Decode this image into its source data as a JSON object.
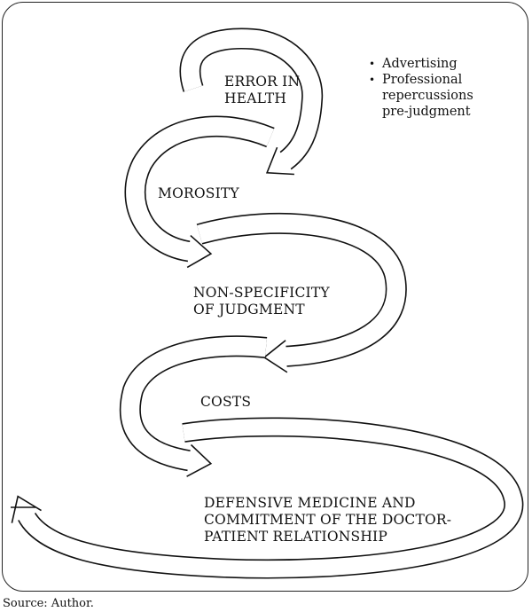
{
  "stages": [
    {
      "id": "error-in-health",
      "label": "ERROR IN\nHEALTH"
    },
    {
      "id": "morosity",
      "label": "MOROSITY"
    },
    {
      "id": "non-specificity",
      "label": "NON-SPECIFICITY\nOF JUDGMENT"
    },
    {
      "id": "costs",
      "label": "COSTS"
    },
    {
      "id": "defensive-medicine",
      "label": "DEFENSIVE MEDICINE AND\nCOMMITMENT OF THE DOCTOR-\nPATIENT RELATIONSHIP"
    }
  ],
  "notes": {
    "items": [
      "Advertising",
      "Professional"
    ],
    "continuation": [
      "repercussions",
      "pre-judgment"
    ]
  },
  "source": "Source: Author.",
  "colors": {
    "stroke": "#111111",
    "fill": "#ffffff",
    "frame": "#222222"
  }
}
